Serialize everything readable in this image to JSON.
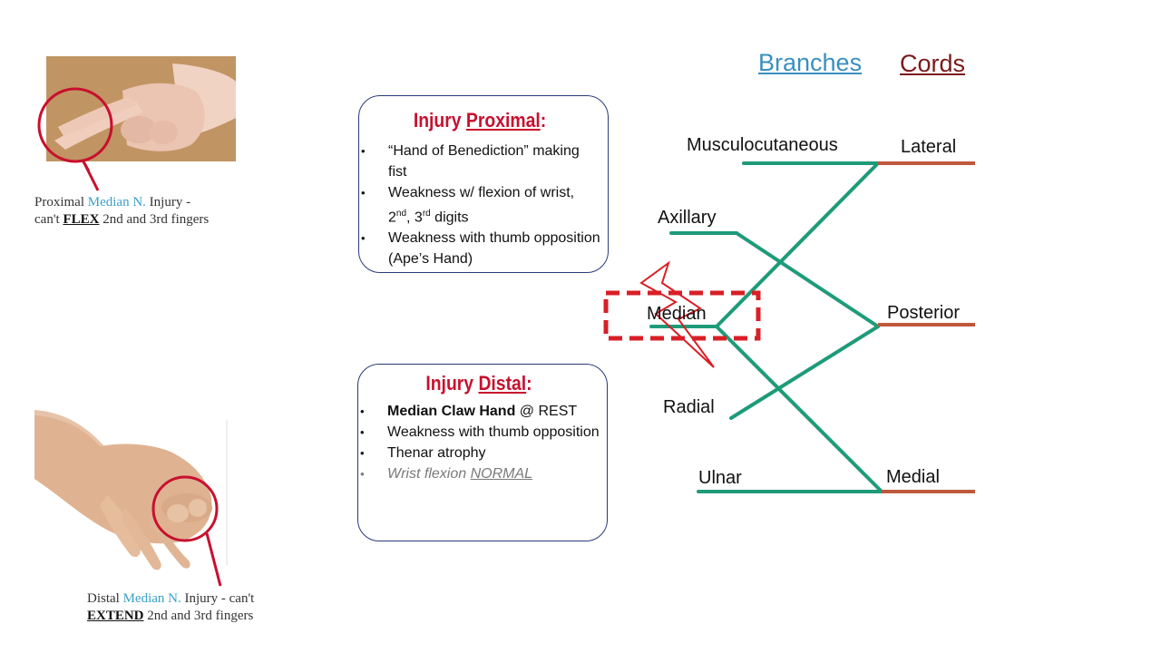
{
  "proximal_caption": {
    "before": "Proximal ",
    "nerve": "Median N.",
    "after": " Injury -",
    "line2_before": "can't ",
    "verb": "FLEX",
    "line2_after": " 2nd and 3rd fingers"
  },
  "distal_caption": {
    "before": "Distal ",
    "nerve": "Median N.",
    "after": " Injury - can't",
    "verb": "EXTEND",
    "line2_after": " 2nd and 3rd fingers"
  },
  "proximal_box": {
    "title_a": "Injury ",
    "title_b": "Proximal",
    "title_c": ":",
    "item1": "“Hand of Benediction” making fist",
    "item2_a": "Weakness w/ flexion of wrist, 2",
    "item2_sup1": "nd",
    "item2_b": ", 3",
    "item2_sup2": "rd",
    "item2_c": " digits",
    "item3": "Weakness with thumb opposition (Ape’s Hand)"
  },
  "distal_box": {
    "title_a": "Injury ",
    "title_b": "Distal",
    "title_c": ":",
    "item1_bold": "Median Claw Hand",
    "item1_rest": " @ REST",
    "item2": "Weakness with thumb opposition",
    "item3": "Thenar atrophy",
    "item4_a": "Wrist flexion ",
    "item4_b": "NORMAL"
  },
  "diagram": {
    "header_branches": "Branches",
    "header_cords": "Cords",
    "branches": [
      "Musculocutaneous",
      "Axillary",
      "Median",
      "Radial",
      "Ulnar"
    ],
    "cords": [
      "Lateral",
      "Posterior",
      "Medial"
    ],
    "colors": {
      "branch_line": "#1e9b78",
      "cord_line": "#c0583c",
      "branches_header": "#3a8fbf",
      "cords_header": "#7a1a1a",
      "highlight": "#d81f26"
    }
  }
}
